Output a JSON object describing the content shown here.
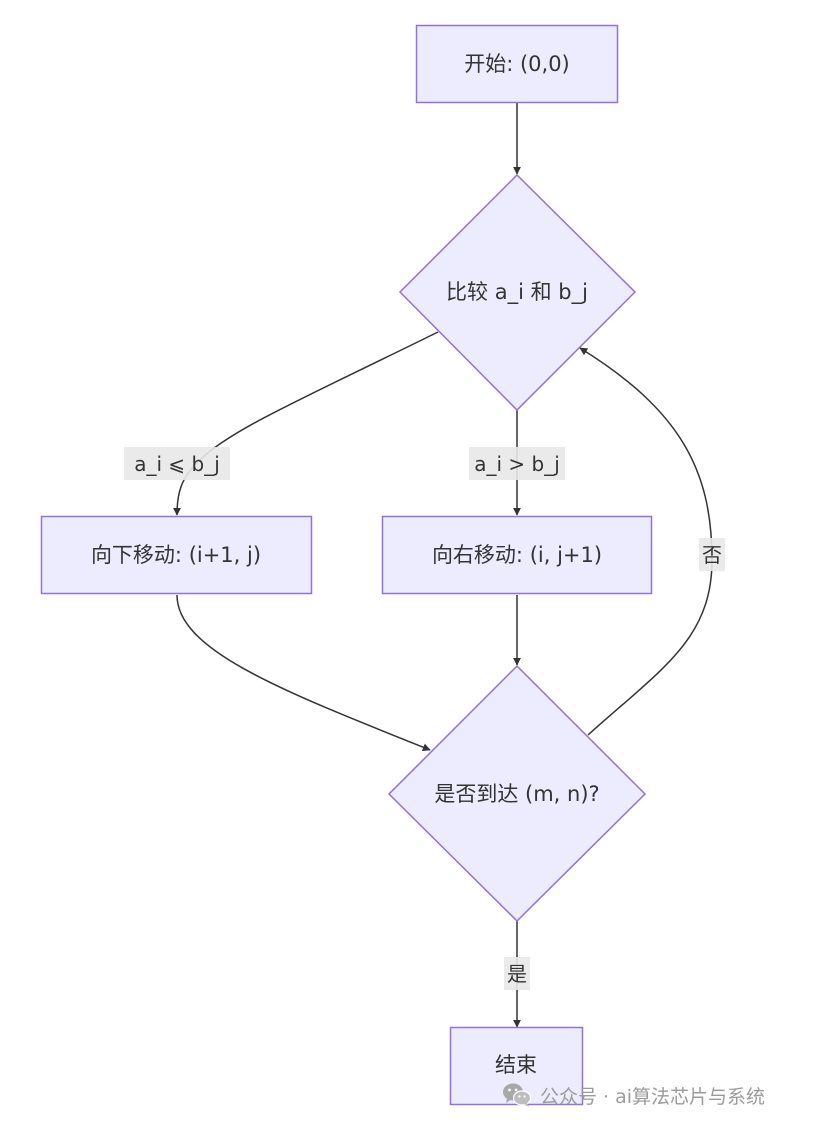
{
  "nodes": {
    "start": "开始: (0,0)",
    "compare": "比较 a_i 和 b_j",
    "move_down": "向下移动: (i+1, j)",
    "move_right": "向右移动: (i, j+1)",
    "reached": "是否到达 (m, n)?",
    "end": "结束"
  },
  "edges": {
    "le_label": "a_i ⩽ b_j",
    "gt_label": "a_i > b_j",
    "no_label": "否",
    "yes_label": "是"
  },
  "watermark": {
    "icon": "wechat-icon",
    "text": "公众号 · ai算法芯片与系统"
  },
  "colors": {
    "node_fill": "#ececfe",
    "node_stroke": "#9370db",
    "edge": "#333333"
  }
}
